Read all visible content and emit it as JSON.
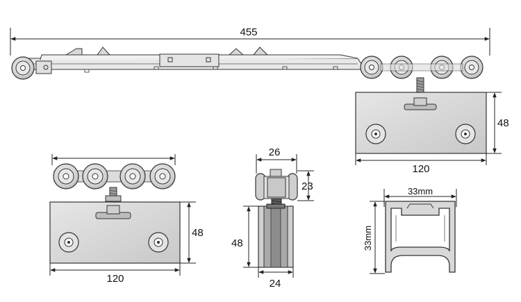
{
  "dimensions": {
    "overall_length": "455",
    "top_plate_height": "48",
    "top_plate_width": "120",
    "left_plate_height": "48",
    "left_plate_width": "120",
    "end_width": "26",
    "end_wheel_height": "23",
    "end_height": "48",
    "end_base_width": "24",
    "track_width": "33mm",
    "track_height": "33mm"
  },
  "colors": {
    "plate": "#d4d4d4",
    "wheel": "#cfcfcf",
    "line": "#222222"
  }
}
